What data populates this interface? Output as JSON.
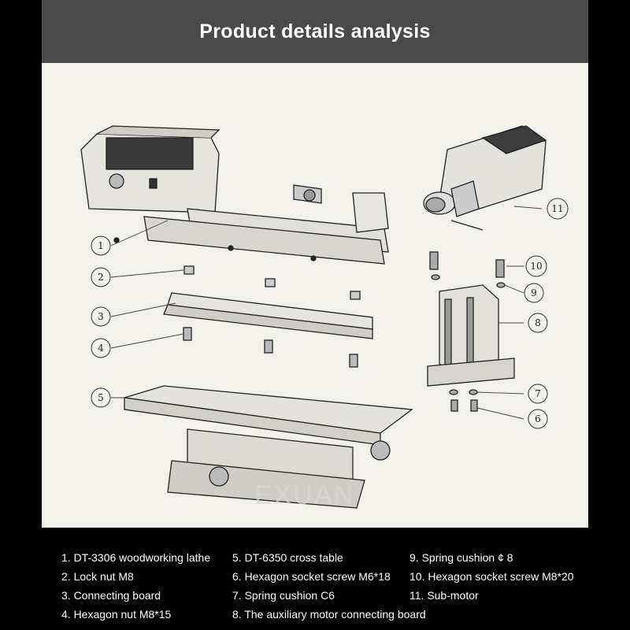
{
  "header": {
    "title": "Product details analysis"
  },
  "watermark": "EXUAN",
  "callouts": [
    "1",
    "2",
    "3",
    "4",
    "5",
    "6",
    "7",
    "8",
    "9",
    "10",
    "11"
  ],
  "legend": {
    "col1": [
      "1. DT-3306 woodworking lathe",
      "2. Lock nut M8",
      "3. Connecting board",
      "4. Hexagon nut M8*15"
    ],
    "col2": [
      "5. DT-6350 cross table",
      "6. Hexagon socket screw M6*18",
      "7. Spring cushion C6",
      "8. The auxiliary motor connecting board"
    ],
    "col3": [
      "9. Spring cushion ¢ 8",
      "10. Hexagon socket screw M8*20",
      "11. Sub-motor"
    ]
  },
  "colors": {
    "header_bg": "#4a4a4a",
    "page_bg": "#000000",
    "diagram_bg": "#f2f1ec",
    "line": "#222222"
  }
}
